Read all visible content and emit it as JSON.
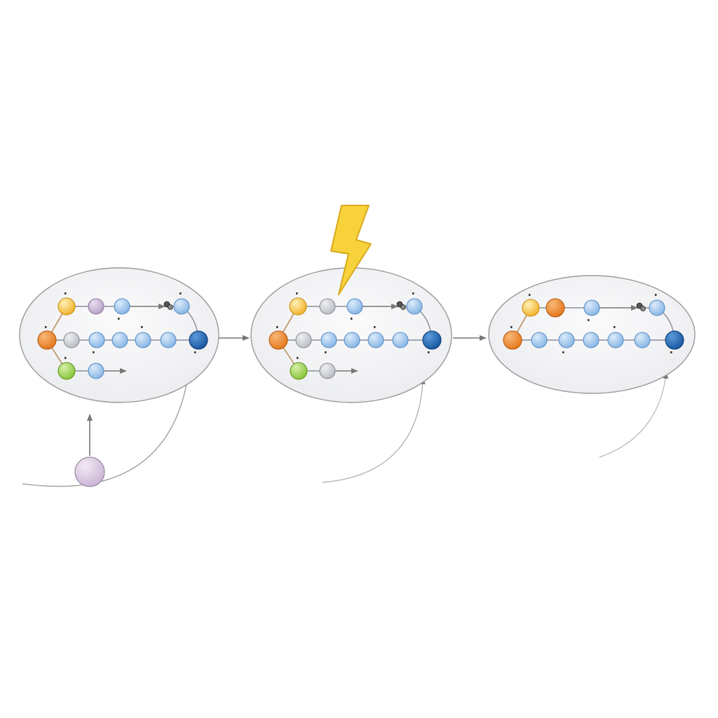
{
  "colors": {
    "background": "#ffffff",
    "panel_fill": "#f1f2f4",
    "panel_stroke": "#9a9a9a",
    "link": "#b98a55",
    "arrow": "#777777",
    "speck": "#3b3b3b",
    "node_yellow": "#f2b531",
    "node_orange": "#e57a1f",
    "node_purple": "#b9a3c7",
    "node_gray": "#bcbfc6",
    "node_green": "#8cc63f",
    "node_light_blue": "#9cc3ea",
    "node_dark_blue": "#1f63ad",
    "lightning": "#f7d23a",
    "input_node": "#d8c4de"
  },
  "icons": {
    "trigger": "lightning-bolt-icon",
    "input": "incoming-node-icon"
  },
  "panels": [
    {
      "rows": [
        [
          "yellow",
          "purple",
          "light_blue",
          "speck",
          "light_blue"
        ],
        [
          "orange",
          "gray",
          "light_blue",
          "light_blue",
          "light_blue",
          "light_blue",
          "dark_blue"
        ],
        [
          "green",
          "light_blue"
        ]
      ]
    },
    {
      "rows": [
        [
          "yellow",
          "gray",
          "light_blue",
          "speck",
          "light_blue"
        ],
        [
          "orange",
          "gray",
          "light_blue",
          "light_blue",
          "light_blue",
          "light_blue",
          "dark_blue"
        ],
        [
          "green",
          "gray"
        ]
      ]
    },
    {
      "rows": [
        [
          "yellow",
          "orange",
          "light_blue",
          "speck",
          "light_blue"
        ],
        [
          "orange",
          "light_blue",
          "light_blue",
          "light_blue",
          "light_blue",
          "light_blue",
          "dark_blue"
        ]
      ]
    }
  ]
}
